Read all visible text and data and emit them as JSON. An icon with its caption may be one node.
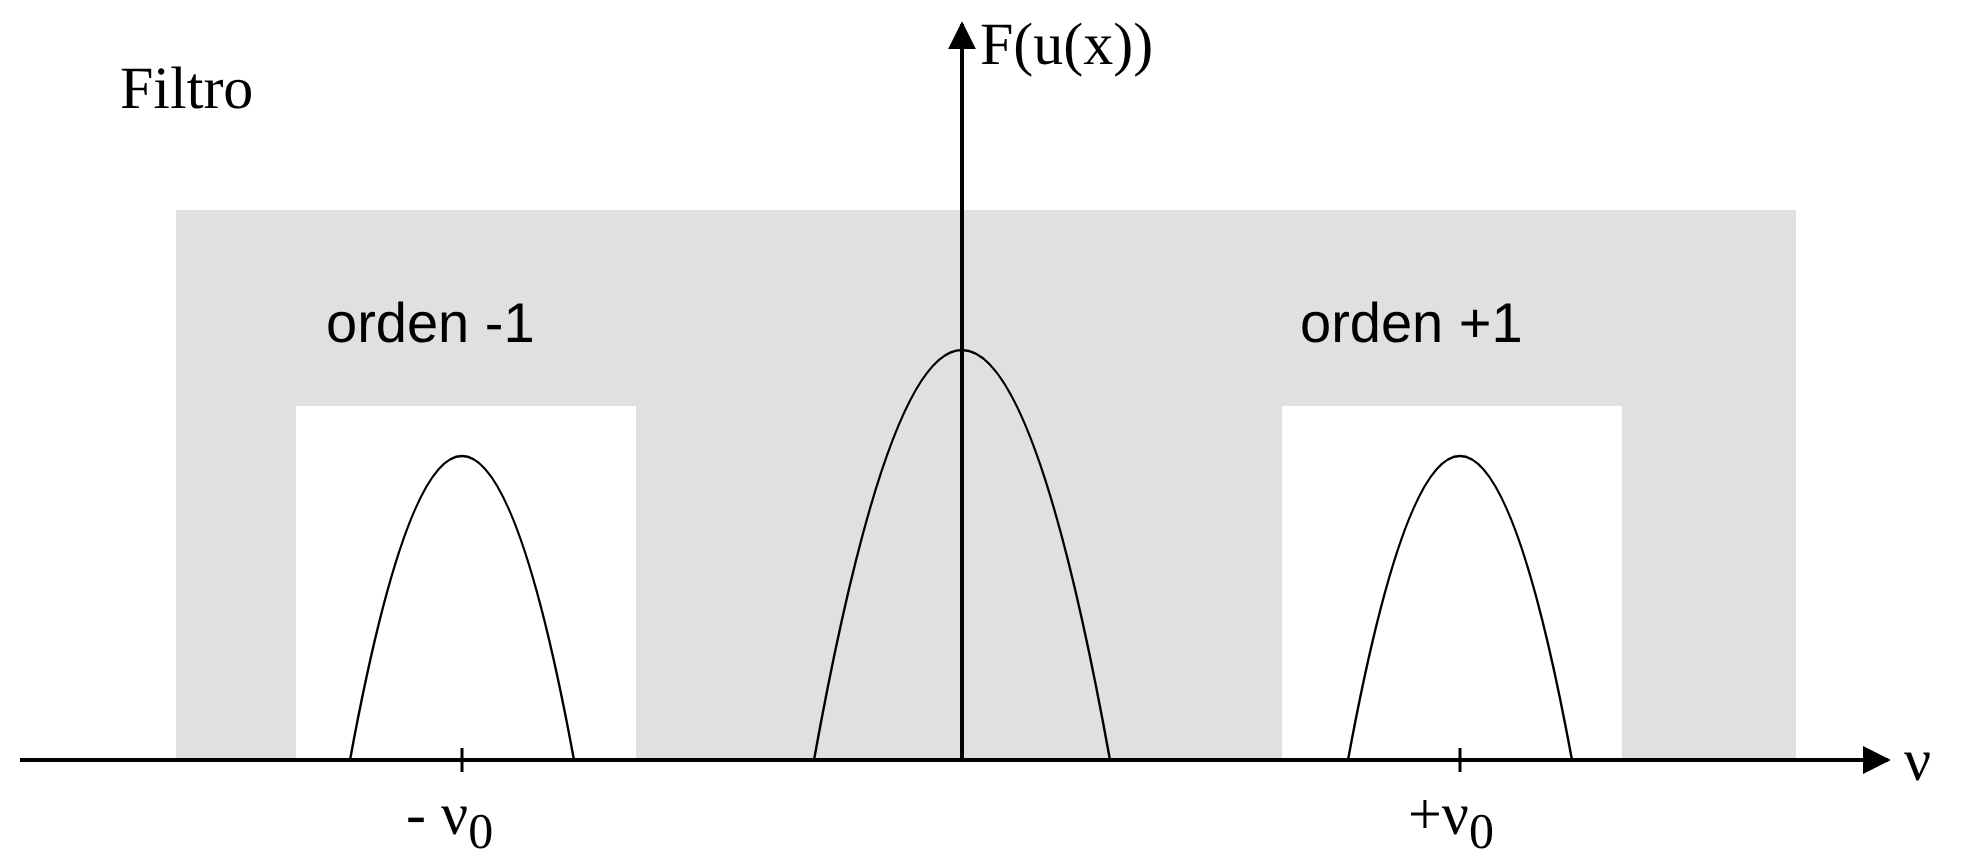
{
  "diagram": {
    "labels": [
      "F(u(x))",
      "Filtro",
      "orden -1",
      "orden +1",
      "ν",
      "- ν$_{0}$",
      "+ν$_{0}$"
    ]
  }
}
